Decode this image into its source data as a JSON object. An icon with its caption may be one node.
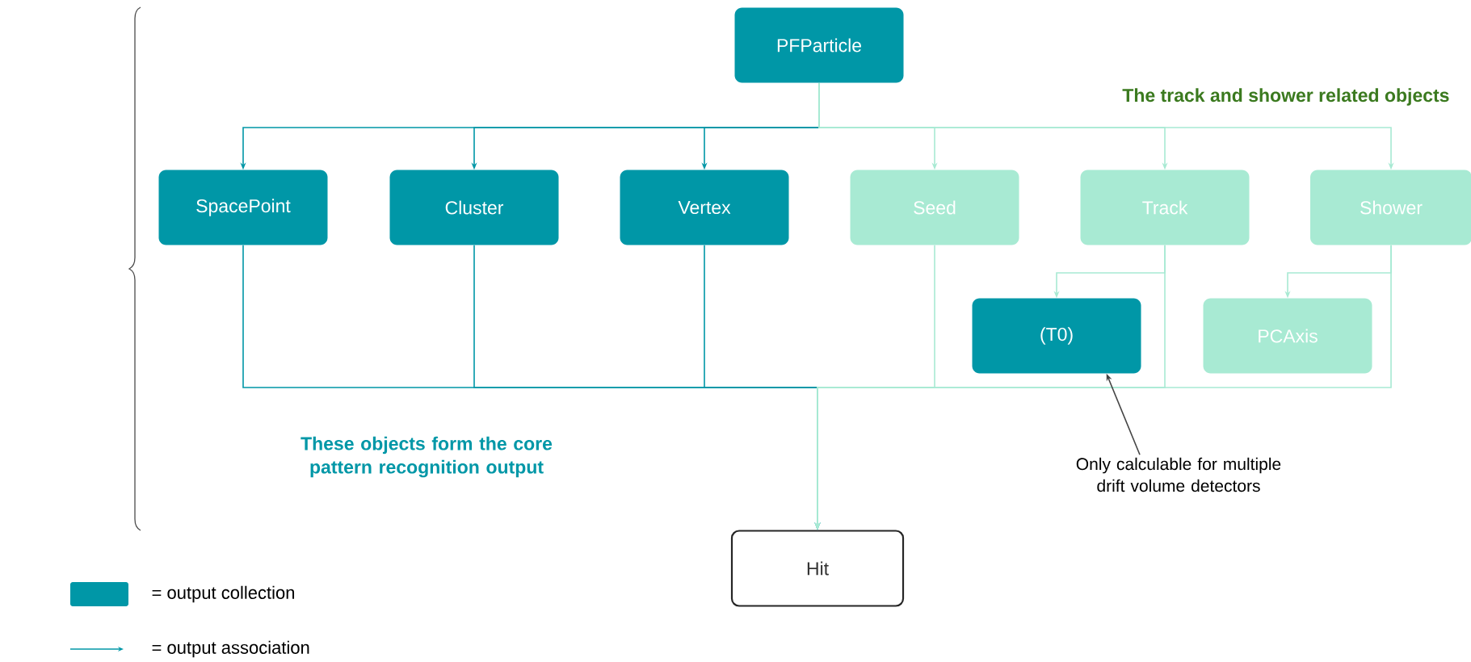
{
  "diagram": {
    "nodes": [
      {
        "text": [
          "PFParticle"
        ]
      },
      {
        "text": [
          "SpacePoint"
        ]
      },
      {
        "text": [
          "Cluster"
        ]
      },
      {
        "text": [
          "Vertex"
        ]
      },
      {
        "text": [
          "Seed"
        ]
      },
      {
        "text": [
          "Track"
        ]
      },
      {
        "text": [
          "Shower"
        ]
      },
      {
        "text": [
          "(T0)"
        ]
      },
      {
        "text": [
          "PCAxis"
        ]
      },
      {
        "text": [
          "Hit"
        ]
      },
      {
        "text": [
          "Only calculable for multiple drift volume detectors"
        ]
      }
    ],
    "edges": [
      {
        "from": 0,
        "to": 1,
        "arrow": "to",
        "color": "#0097a7"
      },
      {
        "from": 0,
        "to": 2,
        "arrow": "to",
        "color": "#0097a7"
      },
      {
        "from": 0,
        "to": 3,
        "arrow": "to",
        "color": "#0097a7"
      },
      {
        "from": 0,
        "to": 4,
        "arrow": "to"
      },
      {
        "from": 0,
        "to": 5,
        "arrow": "to"
      },
      {
        "from": 0,
        "to": 6,
        "arrow": "to"
      },
      {
        "from": 5,
        "to": 7,
        "arrow": "to"
      },
      {
        "from": 6,
        "to": 8,
        "arrow": "to"
      },
      {
        "from": 1,
        "to": 9,
        "arrow": "to",
        "color": "#0097a7"
      },
      {
        "from": 2,
        "to": 9,
        "arrow": "to",
        "color": "#0097a7"
      },
      {
        "from": 3,
        "to": 9,
        "arrow": "to",
        "color": "#0097a7"
      },
      {
        "from": 4,
        "to": 9,
        "arrow": "to"
      },
      {
        "from": 5,
        "to": 9,
        "arrow": "to"
      },
      {
        "from": 6,
        "to": 9,
        "arrow": "to"
      },
      {
        "from": 10,
        "to": 7,
        "arrow": "to",
        "color": "#444444"
      }
    ],
    "labels": [
      "The track and shower related objects",
      "These objects form the core pattern recognition output"
    ],
    "legend": [
      {
        "text": "= output collection",
        "color": "#0097a7"
      },
      {
        "text": "= output association"
      }
    ]
  }
}
